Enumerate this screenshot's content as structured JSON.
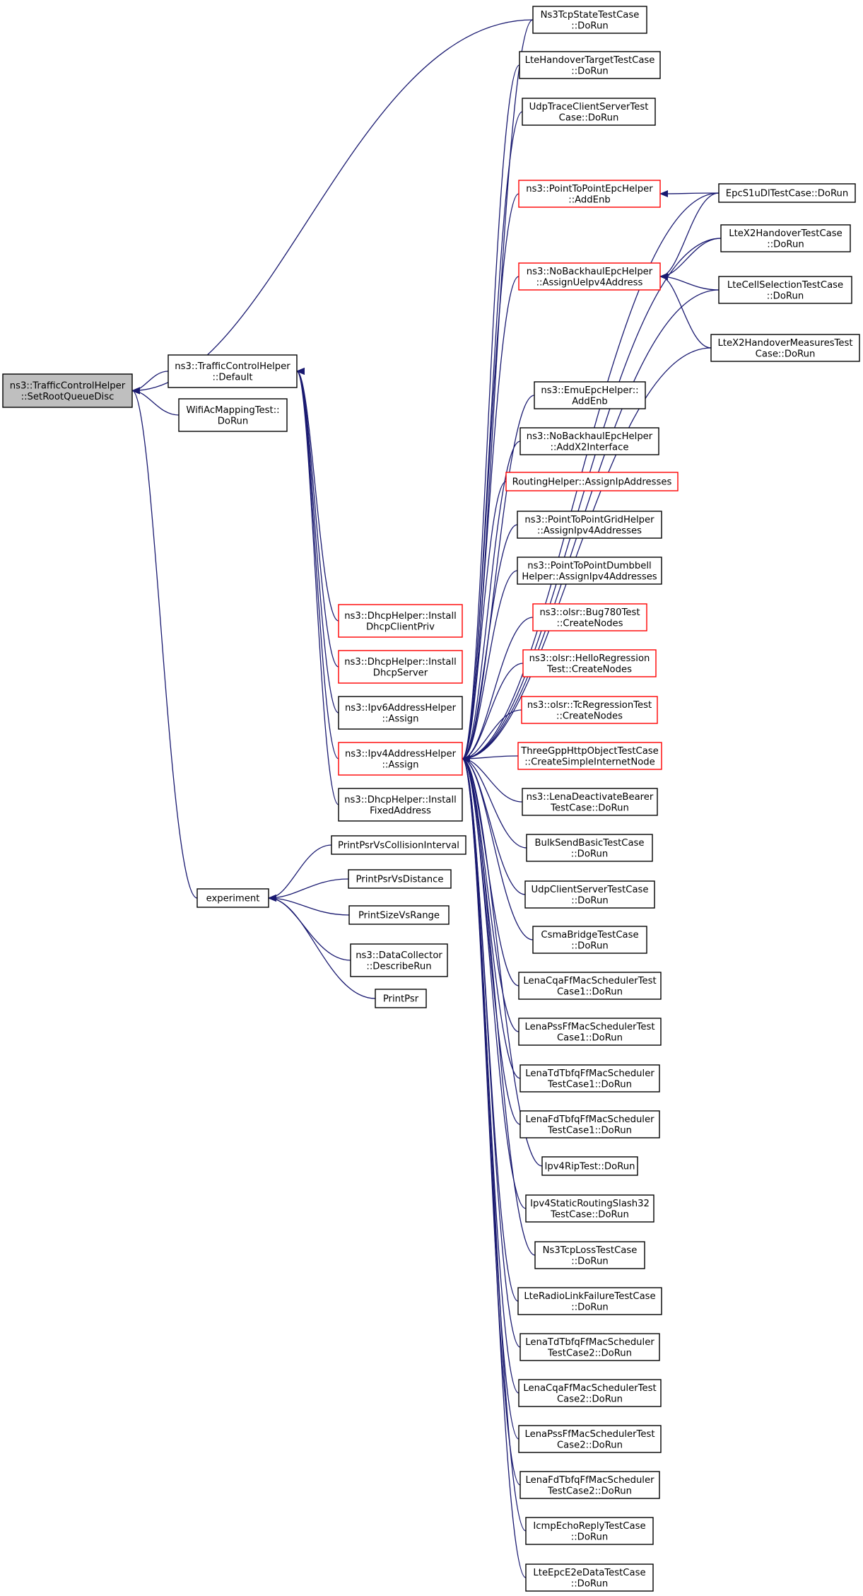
{
  "graph": {
    "arrow_color": "#191970",
    "highlight_border_color": "#ff0000",
    "root_fill_color": "#bfbfbf",
    "nodes": [
      {
        "id": "root",
        "lines": [
          "ns3::TrafficControlHelper",
          "::SetRootQueueDisc"
        ],
        "style": "root"
      },
      {
        "id": "tch_default",
        "lines": [
          "ns3::TrafficControlHelper",
          "::Default"
        ],
        "style": "normal"
      },
      {
        "id": "wifi_ac",
        "lines": [
          "WifiAcMappingTest::",
          "DoRun"
        ],
        "style": "normal"
      },
      {
        "id": "experiment",
        "lines": [
          "experiment"
        ],
        "style": "normal"
      },
      {
        "id": "dhcp_client",
        "lines": [
          "ns3::DhcpHelper::Install",
          "DhcpClientPriv"
        ],
        "style": "red"
      },
      {
        "id": "dhcp_server",
        "lines": [
          "ns3::DhcpHelper::Install",
          "DhcpServer"
        ],
        "style": "red"
      },
      {
        "id": "ipv6_assign",
        "lines": [
          "ns3::Ipv6AddressHelper",
          "::Assign"
        ],
        "style": "normal"
      },
      {
        "id": "ipv4_assign",
        "lines": [
          "ns3::Ipv4AddressHelper",
          "::Assign"
        ],
        "style": "red"
      },
      {
        "id": "dhcp_fixed",
        "lines": [
          "ns3::DhcpHelper::Install",
          "FixedAddress"
        ],
        "style": "normal"
      },
      {
        "id": "psr_coll",
        "lines": [
          "PrintPsrVsCollisionInterval"
        ],
        "style": "normal"
      },
      {
        "id": "psr_dist",
        "lines": [
          "PrintPsrVsDistance"
        ],
        "style": "normal"
      },
      {
        "id": "size_range",
        "lines": [
          "PrintSizeVsRange"
        ],
        "style": "normal"
      },
      {
        "id": "data_coll",
        "lines": [
          "ns3::DataCollector",
          "::DescribeRun"
        ],
        "style": "normal"
      },
      {
        "id": "print_psr",
        "lines": [
          "PrintPsr"
        ],
        "style": "normal"
      },
      {
        "id": "tcp_state",
        "lines": [
          "Ns3TcpStateTestCase",
          "::DoRun"
        ],
        "style": "normal"
      },
      {
        "id": "lte_ho_target",
        "lines": [
          "LteHandoverTargetTestCase",
          "::DoRun"
        ],
        "style": "normal"
      },
      {
        "id": "udp_trace",
        "lines": [
          "UdpTraceClientServerTest",
          "Case::DoRun"
        ],
        "style": "normal"
      },
      {
        "id": "p2p_epc",
        "lines": [
          "ns3::PointToPointEpcHelper",
          "::AddEnb"
        ],
        "style": "red"
      },
      {
        "id": "nobackhaul_assign",
        "lines": [
          "ns3::NoBackhaulEpcHelper",
          "::AssignUeIpv4Address"
        ],
        "style": "red"
      },
      {
        "id": "emu_epc",
        "lines": [
          "ns3::EmuEpcHelper::",
          "AddEnb"
        ],
        "style": "normal"
      },
      {
        "id": "nobackhaul_x2",
        "lines": [
          "ns3::NoBackhaulEpcHelper",
          "::AddX2Interface"
        ],
        "style": "normal"
      },
      {
        "id": "routing_helper",
        "lines": [
          "RoutingHelper::AssignIpAddresses"
        ],
        "style": "red"
      },
      {
        "id": "p2p_grid",
        "lines": [
          "ns3::PointToPointGridHelper",
          "::AssignIpv4Addresses"
        ],
        "style": "normal"
      },
      {
        "id": "p2p_dumbbell",
        "lines": [
          "ns3::PointToPointDumbbell",
          "Helper::AssignIpv4Addresses"
        ],
        "style": "normal"
      },
      {
        "id": "olsr_bug780",
        "lines": [
          "ns3::olsr::Bug780Test",
          "::CreateNodes"
        ],
        "style": "red"
      },
      {
        "id": "olsr_hello",
        "lines": [
          "ns3::olsr::HelloRegression",
          "Test::CreateNodes"
        ],
        "style": "red"
      },
      {
        "id": "olsr_tc",
        "lines": [
          "ns3::olsr::TcRegressionTest",
          "::CreateNodes"
        ],
        "style": "red"
      },
      {
        "id": "three_gpp",
        "lines": [
          "ThreeGppHttpObjectTestCase",
          "::CreateSimpleInternetNode"
        ],
        "style": "red"
      },
      {
        "id": "lena_deactivate",
        "lines": [
          "ns3::LenaDeactivateBearer",
          "TestCase::DoRun"
        ],
        "style": "normal"
      },
      {
        "id": "bulk_send",
        "lines": [
          "BulkSendBasicTestCase",
          "::DoRun"
        ],
        "style": "normal"
      },
      {
        "id": "udp_cs",
        "lines": [
          "UdpClientServerTestCase",
          "::DoRun"
        ],
        "style": "normal"
      },
      {
        "id": "csma_bridge",
        "lines": [
          "CsmaBridgeTestCase",
          "::DoRun"
        ],
        "style": "normal"
      },
      {
        "id": "lena_cqa1",
        "lines": [
          "LenaCqaFfMacSchedulerTest",
          "Case1::DoRun"
        ],
        "style": "normal"
      },
      {
        "id": "lena_pss1",
        "lines": [
          "LenaPssFfMacSchedulerTest",
          "Case1::DoRun"
        ],
        "style": "normal"
      },
      {
        "id": "lena_tdtbfq1",
        "lines": [
          "LenaTdTbfqFfMacScheduler",
          "TestCase1::DoRun"
        ],
        "style": "normal"
      },
      {
        "id": "lena_fdtbfq1",
        "lines": [
          "LenaFdTbfqFfMacScheduler",
          "TestCase1::DoRun"
        ],
        "style": "normal"
      },
      {
        "id": "ipv4_rip",
        "lines": [
          "Ipv4RipTest::DoRun"
        ],
        "style": "normal"
      },
      {
        "id": "ipv4_static",
        "lines": [
          "Ipv4StaticRoutingSlash32",
          "TestCase::DoRun"
        ],
        "style": "normal"
      },
      {
        "id": "tcp_loss",
        "lines": [
          "Ns3TcpLossTestCase",
          "::DoRun"
        ],
        "style": "normal"
      },
      {
        "id": "lte_rlf",
        "lines": [
          "LteRadioLinkFailureTestCase",
          "::DoRun"
        ],
        "style": "normal"
      },
      {
        "id": "lena_tdtbfq2",
        "lines": [
          "LenaTdTbfqFfMacScheduler",
          "TestCase2::DoRun"
        ],
        "style": "normal"
      },
      {
        "id": "lena_cqa2",
        "lines": [
          "LenaCqaFfMacSchedulerTest",
          "Case2::DoRun"
        ],
        "style": "normal"
      },
      {
        "id": "lena_pss2",
        "lines": [
          "LenaPssFfMacSchedulerTest",
          "Case2::DoRun"
        ],
        "style": "normal"
      },
      {
        "id": "lena_fdtbfq2",
        "lines": [
          "LenaFdTbfqFfMacScheduler",
          "TestCase2::DoRun"
        ],
        "style": "normal"
      },
      {
        "id": "icmp_echo",
        "lines": [
          "IcmpEchoReplyTestCase",
          "::DoRun"
        ],
        "style": "normal"
      },
      {
        "id": "lte_epc_e2e",
        "lines": [
          "LteEpcE2eDataTestCase",
          "::DoRun"
        ],
        "style": "normal"
      },
      {
        "id": "epc_s1u",
        "lines": [
          "EpcS1uDlTestCase::DoRun"
        ],
        "style": "normal"
      },
      {
        "id": "lte_x2_ho",
        "lines": [
          "LteX2HandoverTestCase",
          "::DoRun"
        ],
        "style": "normal"
      },
      {
        "id": "lte_cell_sel",
        "lines": [
          "LteCellSelectionTestCase",
          "::DoRun"
        ],
        "style": "normal"
      },
      {
        "id": "lte_x2_meas",
        "lines": [
          "LteX2HandoverMeasuresTest",
          "Case::DoRun"
        ],
        "style": "normal"
      }
    ],
    "edges": [
      {
        "from": "tch_default",
        "to": "root"
      },
      {
        "from": "wifi_ac",
        "to": "root"
      },
      {
        "from": "experiment",
        "to": "root"
      },
      {
        "from": "tcp_state",
        "to": "root"
      },
      {
        "from": "dhcp_client",
        "to": "tch_default"
      },
      {
        "from": "dhcp_server",
        "to": "tch_default"
      },
      {
        "from": "ipv6_assign",
        "to": "tch_default"
      },
      {
        "from": "ipv4_assign",
        "to": "tch_default"
      },
      {
        "from": "dhcp_fixed",
        "to": "tch_default"
      },
      {
        "from": "psr_coll",
        "to": "experiment"
      },
      {
        "from": "psr_dist",
        "to": "experiment"
      },
      {
        "from": "size_range",
        "to": "experiment"
      },
      {
        "from": "data_coll",
        "to": "experiment"
      },
      {
        "from": "print_psr",
        "to": "experiment"
      },
      {
        "from": "tcp_state",
        "to": "ipv4_assign"
      },
      {
        "from": "lte_ho_target",
        "to": "ipv4_assign"
      },
      {
        "from": "udp_trace",
        "to": "ipv4_assign"
      },
      {
        "from": "epc_s1u",
        "to": "ipv4_assign"
      },
      {
        "from": "p2p_epc",
        "to": "ipv4_assign"
      },
      {
        "from": "lte_x2_ho",
        "to": "ipv4_assign"
      },
      {
        "from": "nobackhaul_assign",
        "to": "ipv4_assign"
      },
      {
        "from": "lte_cell_sel",
        "to": "ipv4_assign"
      },
      {
        "from": "lte_x2_meas",
        "to": "ipv4_assign"
      },
      {
        "from": "emu_epc",
        "to": "ipv4_assign"
      },
      {
        "from": "nobackhaul_x2",
        "to": "ipv4_assign"
      },
      {
        "from": "routing_helper",
        "to": "ipv4_assign"
      },
      {
        "from": "p2p_grid",
        "to": "ipv4_assign"
      },
      {
        "from": "p2p_dumbbell",
        "to": "ipv4_assign"
      },
      {
        "from": "olsr_bug780",
        "to": "ipv4_assign"
      },
      {
        "from": "olsr_hello",
        "to": "ipv4_assign"
      },
      {
        "from": "olsr_tc",
        "to": "ipv4_assign"
      },
      {
        "from": "three_gpp",
        "to": "ipv4_assign"
      },
      {
        "from": "lena_deactivate",
        "to": "ipv4_assign"
      },
      {
        "from": "bulk_send",
        "to": "ipv4_assign"
      },
      {
        "from": "udp_cs",
        "to": "ipv4_assign"
      },
      {
        "from": "csma_bridge",
        "to": "ipv4_assign"
      },
      {
        "from": "lena_cqa1",
        "to": "ipv4_assign"
      },
      {
        "from": "lena_pss1",
        "to": "ipv4_assign"
      },
      {
        "from": "lena_tdtbfq1",
        "to": "ipv4_assign"
      },
      {
        "from": "lena_fdtbfq1",
        "to": "ipv4_assign"
      },
      {
        "from": "ipv4_rip",
        "to": "ipv4_assign"
      },
      {
        "from": "ipv4_static",
        "to": "ipv4_assign"
      },
      {
        "from": "tcp_loss",
        "to": "ipv4_assign"
      },
      {
        "from": "lte_rlf",
        "to": "ipv4_assign"
      },
      {
        "from": "lena_tdtbfq2",
        "to": "ipv4_assign"
      },
      {
        "from": "lena_cqa2",
        "to": "ipv4_assign"
      },
      {
        "from": "lena_pss2",
        "to": "ipv4_assign"
      },
      {
        "from": "lena_fdtbfq2",
        "to": "ipv4_assign"
      },
      {
        "from": "icmp_echo",
        "to": "ipv4_assign"
      },
      {
        "from": "lte_epc_e2e",
        "to": "ipv4_assign"
      },
      {
        "from": "epc_s1u",
        "to": "p2p_epc"
      },
      {
        "from": "epc_s1u",
        "to": "nobackhaul_assign"
      },
      {
        "from": "lte_x2_ho",
        "to": "nobackhaul_assign"
      },
      {
        "from": "lte_cell_sel",
        "to": "nobackhaul_assign"
      },
      {
        "from": "lte_x2_meas",
        "to": "nobackhaul_assign"
      }
    ]
  }
}
